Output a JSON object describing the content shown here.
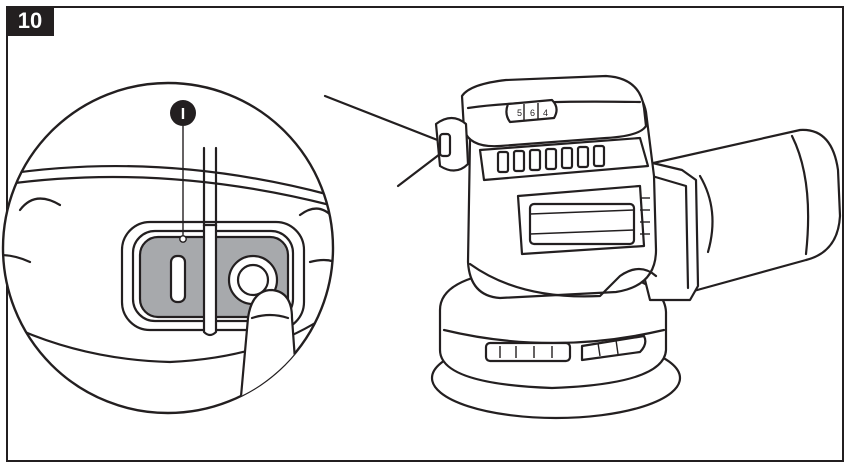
{
  "figure": {
    "step_number": "10",
    "callout_label": "I",
    "speed_dial_digits": [
      "5",
      "6",
      "4"
    ]
  }
}
